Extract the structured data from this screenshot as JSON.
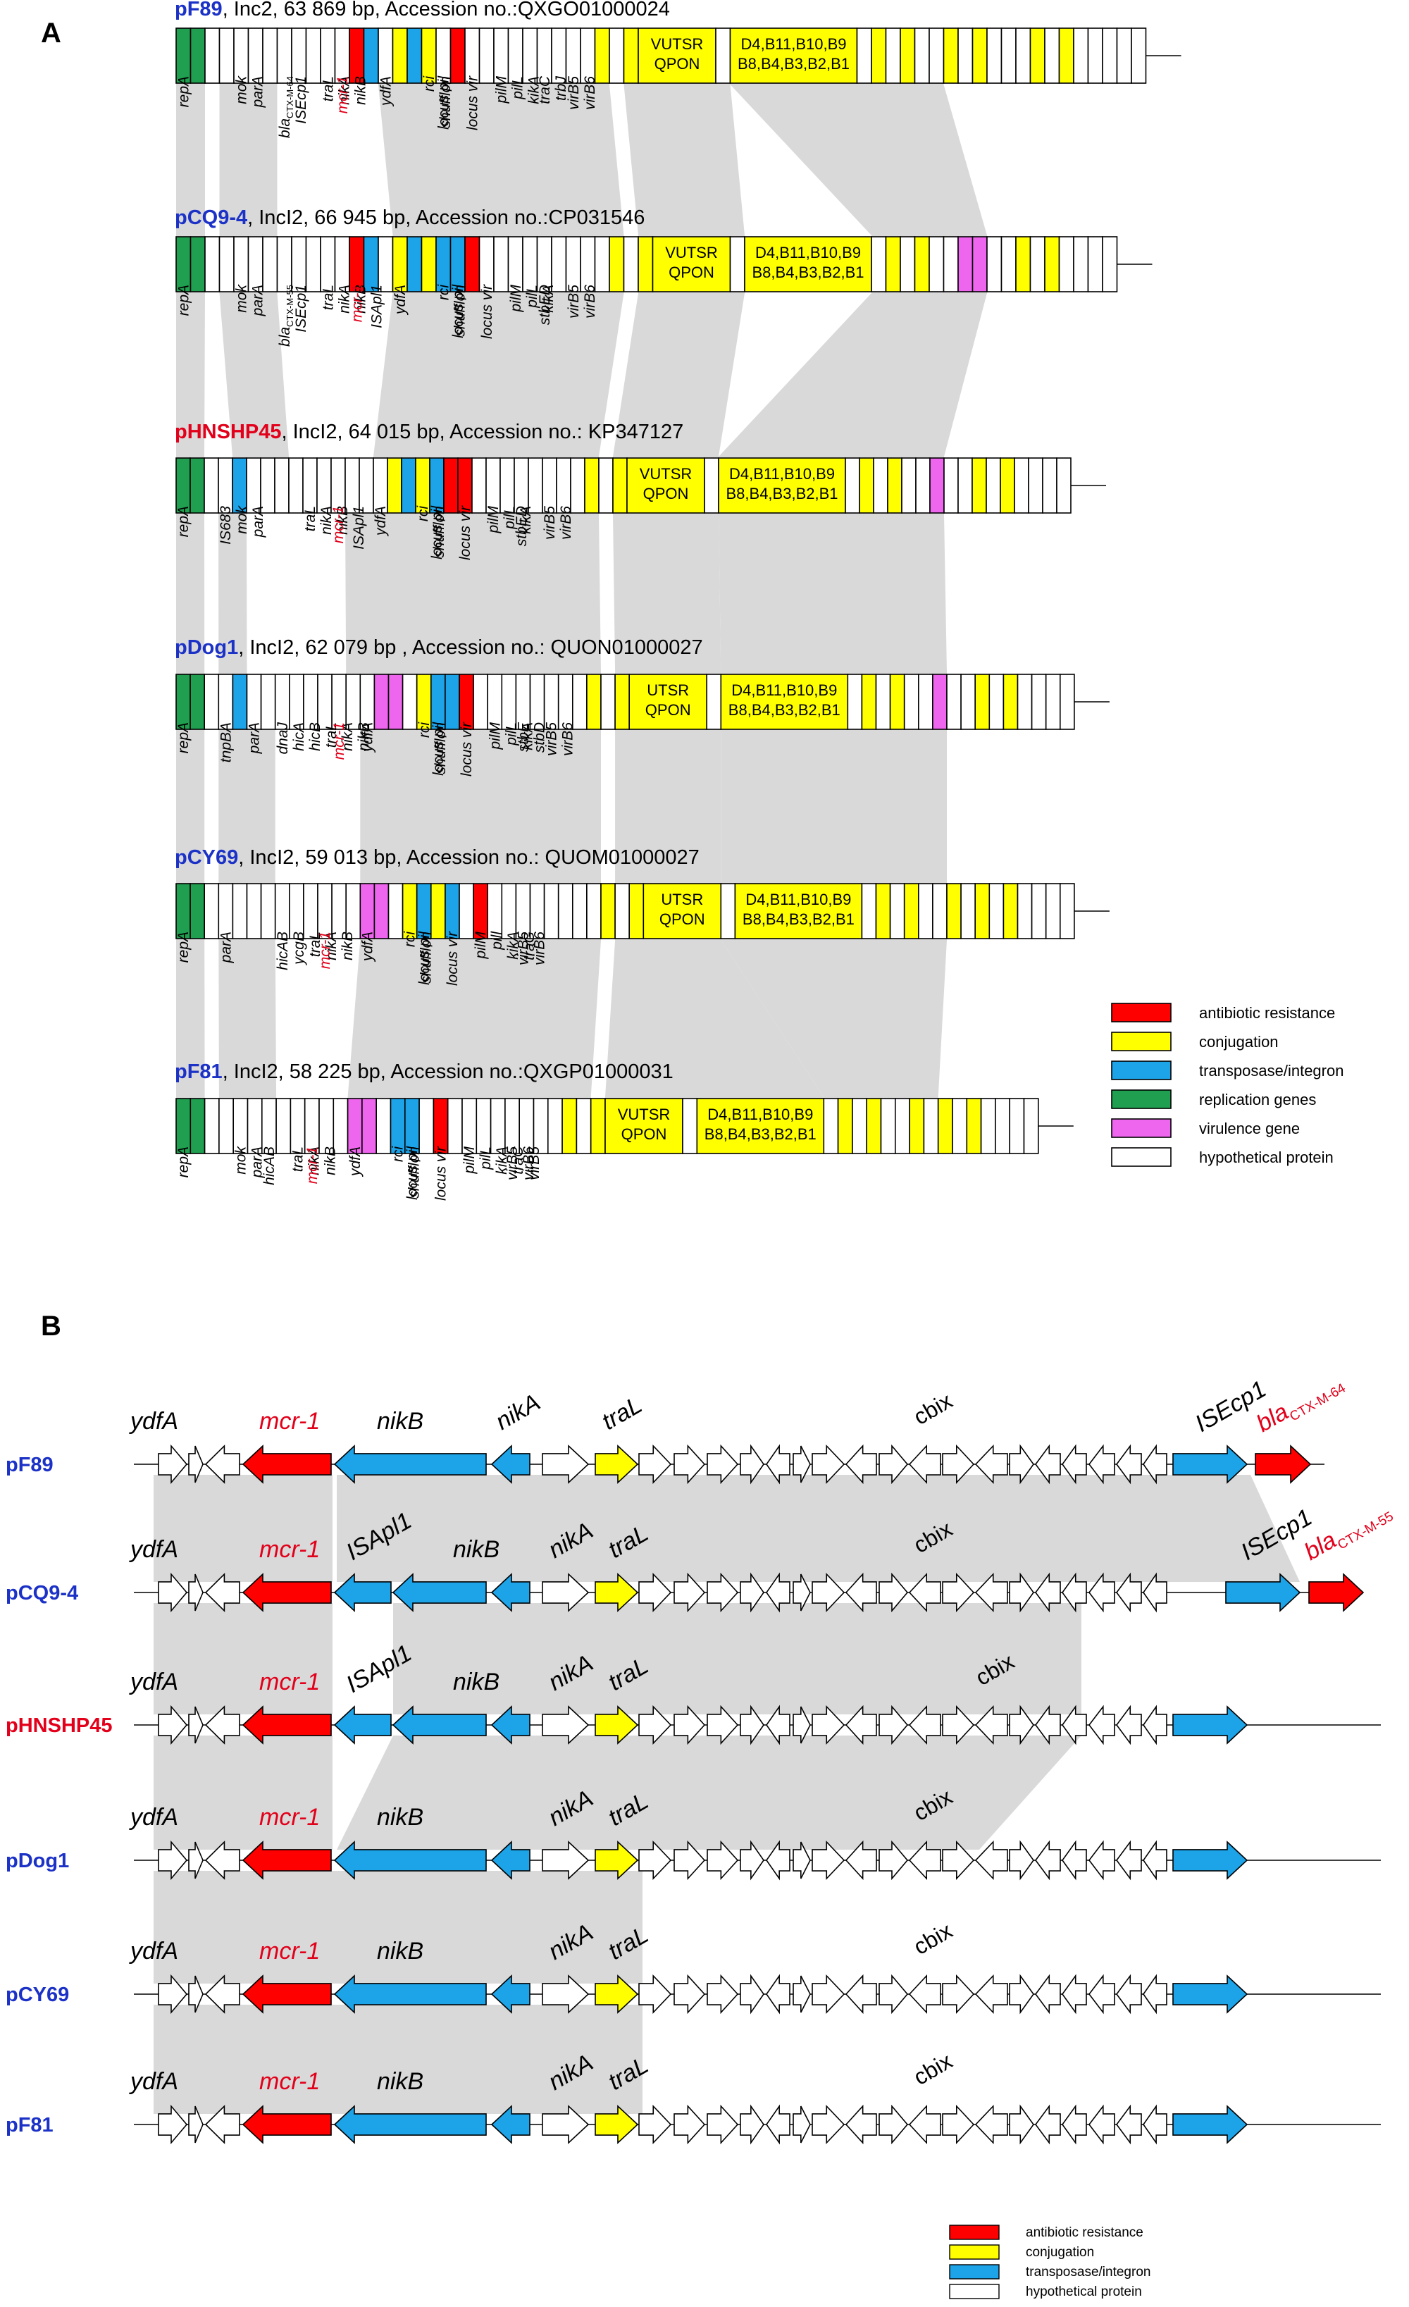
{
  "panels": {
    "a": "A",
    "b": "B"
  },
  "colors": {
    "antibiotic": "#ff0000",
    "conjugation": "#ffff00",
    "transposase": "#1ca3e8",
    "replication": "#1f9f4f",
    "virulence": "#ee66ee",
    "hypothetical": "#ffffff",
    "shade": "#d9d9d9",
    "blue_name": "#1c32c7",
    "red_name": "#e2001a"
  },
  "legend_a": [
    {
      "key": "antibiotic",
      "label": "antibiotic resistance"
    },
    {
      "key": "conjugation",
      "label": "conjugation"
    },
    {
      "key": "transposase",
      "label": "transposase/integron"
    },
    {
      "key": "replication",
      "label": "replication genes"
    },
    {
      "key": "virulence",
      "label": "virulence gene"
    },
    {
      "key": "hypothetical",
      "label": "hypothetical protein"
    }
  ],
  "legend_b": [
    {
      "key": "antibiotic",
      "label": "antibiotic resistance"
    },
    {
      "key": "conjugation",
      "label": "conjugation"
    },
    {
      "key": "transposase",
      "label": "transposase/integron"
    },
    {
      "key": "hypothetical",
      "label": "hypothetical protein"
    }
  ],
  "plasmids_a": [
    {
      "name": "pF89",
      "name_color": "blue",
      "rest": ", Inc2, 63 869 bp, Accession no.:QXGO01000024",
      "boxes": "GG..........RB.YBY.R.........Y.Y<b1>.<b2>.Y.Y..Y.Y...Y.Y.....",
      "b1": [
        "VUTSR",
        "QPON"
      ],
      "b2": [
        "D4,B11,B10,B9",
        "B8,B4,B3,B2,B1"
      ],
      "labels": [
        {
          "a": 0,
          "lines": [
            "repA"
          ]
        },
        {
          "a": 4,
          "lines": [
            "mok",
            "parA"
          ]
        },
        {
          "a": 7,
          "lines": [
            "bla_CTX-M-64",
            "ISEcp1"
          ],
          "upright": true
        },
        {
          "a": 10,
          "lines": [
            "traL",
            "nikA",
            "nikB"
          ]
        },
        {
          "a": 11,
          "lines": [
            "mcr-1"
          ],
          "red": true
        },
        {
          "a": 14,
          "lines": [
            "ydfA"
          ]
        },
        {
          "a": 17,
          "lines": [
            "rci",
            "shufflon"
          ]
        },
        {
          "a": 18,
          "lines": [
            "locus pil"
          ]
        },
        {
          "a": 20,
          "lines": [
            "locus vir"
          ]
        },
        {
          "a": 22,
          "lines": [
            "pilM",
            "pilL",
            "kikA"
          ]
        },
        {
          "a": 25,
          "lines": [
            "traC",
            "trbJ"
          ]
        },
        {
          "a": 27,
          "lines": [
            "virB5",
            "virB6"
          ]
        }
      ]
    },
    {
      "name": "pCQ9-4",
      "name_color": "blue",
      "rest": ", IncI2, 66 945 bp, Accession no.:CP031546",
      "boxes": "GG..........RB.YBYBBR.........Y.Y<b1>.<b2>.Y.Y..PP..Y.Y....",
      "b1": [
        "VUTSR",
        "QPON"
      ],
      "b2": [
        "D4,B11,B10,B9",
        "B8,B4,B3,B2,B1"
      ],
      "labels": [
        {
          "a": 0,
          "lines": [
            "repA"
          ]
        },
        {
          "a": 4,
          "lines": [
            "mok",
            "parA"
          ]
        },
        {
          "a": 7,
          "lines": [
            "bla_CTX-M-55",
            "ISEcp1"
          ],
          "upright": true
        },
        {
          "a": 10,
          "lines": [
            "traL",
            "nikA",
            "nikB",
            "ISApl1"
          ]
        },
        {
          "a": 12,
          "lines": [
            "mcr-1"
          ],
          "red": true
        },
        {
          "a": 15,
          "lines": [
            "ydfA"
          ]
        },
        {
          "a": 18,
          "lines": [
            "rci",
            "shufflon"
          ]
        },
        {
          "a": 19,
          "lines": [
            "locus pil"
          ]
        },
        {
          "a": 21,
          "lines": [
            "locus vir"
          ]
        },
        {
          "a": 23,
          "lines": [
            "pilM",
            "pilL",
            "kikA"
          ]
        },
        {
          "a": 25,
          "lines": [
            "stbED"
          ]
        },
        {
          "a": 27,
          "lines": [
            "virB5",
            "virB6"
          ]
        }
      ]
    },
    {
      "name": "pHNSHP45",
      "name_color": "red",
      "rest": ", IncI2, 64 015 bp, Accession no.: KP347127",
      "boxes": "GG..B..........YBYBRR........Y.Y<b1>.<b2>.Y.Y..P..Y.Y....",
      "b1": [
        "VUTSR",
        "QPON"
      ],
      "b2": [
        "D4,B11,B10,B9",
        "B8,B4,B3,B2,B1"
      ],
      "labels": [
        {
          "a": 0,
          "lines": [
            "repA"
          ]
        },
        {
          "a": 3,
          "lines": [
            "IS683",
            "mok",
            "parA"
          ]
        },
        {
          "a": 9,
          "lines": [
            "traL",
            "nikA",
            "nikB",
            "ISApl1"
          ]
        },
        {
          "a": 11,
          "lines": [
            "mcr-1"
          ],
          "red": true
        },
        {
          "a": 14,
          "lines": [
            "ydfA"
          ]
        },
        {
          "a": 17,
          "lines": [
            "rci",
            "shufflon"
          ]
        },
        {
          "a": 18,
          "lines": [
            "locus pil"
          ]
        },
        {
          "a": 20,
          "lines": [
            "locus vir"
          ]
        },
        {
          "a": 22,
          "lines": [
            "pilM",
            "pilL",
            "kikA"
          ]
        },
        {
          "a": 24,
          "lines": [
            "stbED"
          ]
        },
        {
          "a": 26,
          "lines": [
            "virB5",
            "virB6"
          ]
        }
      ]
    },
    {
      "name": "pDog1",
      "name_color": "blue",
      "rest": ", IncI2, 62 079 bp , Accession no.: QUON01000027",
      "boxes": "GG..B.........PP.YBBR........Y.Y<b1>.<b2>.Y.Y..P..Y.Y....",
      "b1": [
        "UTSR",
        "QPON"
      ],
      "b2": [
        "D4,B11,B10,B9",
        "B8,B4,B3,B2,B1"
      ],
      "labels": [
        {
          "a": 0,
          "lines": [
            "repA"
          ]
        },
        {
          "a": 3,
          "lines": [
            "tnpBA"
          ]
        },
        {
          "a": 5,
          "lines": [
            "parA"
          ]
        },
        {
          "a": 7,
          "lines": [
            "dnaJ",
            "hicA",
            "hicB",
            "traL",
            "nikA",
            "nikB"
          ]
        },
        {
          "a": 11,
          "lines": [
            "mcr-1"
          ],
          "red": true
        },
        {
          "a": 13,
          "lines": [
            "ydfA"
          ]
        },
        {
          "a": 17,
          "lines": [
            "rci",
            "shufflon"
          ]
        },
        {
          "a": 18,
          "lines": [
            "locus pil"
          ]
        },
        {
          "a": 20,
          "lines": [
            "locus vir"
          ]
        },
        {
          "a": 22,
          "lines": [
            "pilM",
            "pilL",
            "kikA"
          ]
        },
        {
          "a": 24,
          "lines": [
            "stbE",
            "stbD"
          ]
        },
        {
          "a": 26,
          "lines": [
            "virB5",
            "virB6"
          ]
        }
      ]
    },
    {
      "name": "pCY69",
      "name_color": "blue",
      "rest": ", IncI2, 59 013 bp, Accession no.: QUOM01000027",
      "boxes": "GG...........PP.YBYB.R........Y.Y<b1>.<b2>.Y.Y..Y.Y.Y....",
      "b1": [
        "UTSR",
        "QPON"
      ],
      "b2": [
        "D4,B11,B10,B9",
        "B8,B4,B3,B2,B1"
      ],
      "labels": [
        {
          "a": 0,
          "lines": [
            "repA"
          ]
        },
        {
          "a": 3,
          "lines": [
            "parA"
          ]
        },
        {
          "a": 7,
          "lines": [
            "hicAB",
            "ycgB",
            "traL",
            "nikA",
            "nikB"
          ]
        },
        {
          "a": 10,
          "lines": [
            "mcr-1"
          ],
          "red": true
        },
        {
          "a": 13,
          "lines": [
            "ydfA"
          ]
        },
        {
          "a": 16,
          "lines": [
            "rci",
            "shufflon"
          ]
        },
        {
          "a": 17,
          "lines": [
            "locus pil"
          ]
        },
        {
          "a": 19,
          "lines": [
            "locus vir"
          ]
        },
        {
          "a": 21,
          "lines": [
            "pilM",
            "pill",
            "kikA",
            "traG"
          ]
        },
        {
          "a": 24,
          "lines": [
            "virB5",
            "virB6"
          ]
        }
      ]
    },
    {
      "name": "pF81",
      "name_color": "blue",
      "rest": ", IncI2, 58 225 bp, Accession no.:QXGP01000031",
      "boxes": "GG..........PP.BB.R........Y.Y<b1>.<b2>.Y.Y..Y.Y.Y....",
      "b1": [
        "VUTSR",
        "QPON"
      ],
      "b2": [
        "D4,B11,B10,B9",
        "B8,B4,B3,B2,B1"
      ],
      "labels": [
        {
          "a": 0,
          "lines": [
            "repA"
          ]
        },
        {
          "a": 4,
          "lines": [
            "mok",
            "parA"
          ]
        },
        {
          "a": 6,
          "lines": [
            "hicAB"
          ]
        },
        {
          "a": 8,
          "lines": [
            "traL",
            "nikA",
            "nikB"
          ]
        },
        {
          "a": 9,
          "lines": [
            "mcr-1"
          ],
          "red": true
        },
        {
          "a": 12,
          "lines": [
            "ydfA"
          ]
        },
        {
          "a": 15,
          "lines": [
            "rci",
            "shufflon"
          ]
        },
        {
          "a": 16,
          "lines": [
            "locus pil"
          ]
        },
        {
          "a": 18,
          "lines": [
            "locus vir"
          ]
        },
        {
          "a": 20,
          "lines": [
            "pilM",
            "pilL",
            "kikA",
            "traC",
            "virB5"
          ]
        },
        {
          "a": 23,
          "lines": [
            "virB5",
            "virB6"
          ]
        }
      ]
    }
  ],
  "plasmids_b": [
    {
      "name": "pF89",
      "name_color": "blue",
      "ext": "pf89",
      "labels": {
        "ydfA": "ydfA",
        "mcr": "mcr-1",
        "nikB": "nikB",
        "nikA": "nikA",
        "traL": "traL",
        "cbix": "cbix",
        "isecp": "ISEcp1",
        "bla": "bla",
        "bla_sub": "CTX-M-64"
      }
    },
    {
      "name": "pCQ9-4",
      "name_color": "blue",
      "ext": "pcq",
      "labels": {
        "ydfA": "ydfA",
        "mcr": "mcr-1",
        "isapl": "ISApl1",
        "nikB": "nikB",
        "nikA": "nikA",
        "traL": "traL",
        "cbix": "cbix",
        "isecp": "ISEcp1",
        "bla": "bla",
        "bla_sub": "CTX-M-55"
      }
    },
    {
      "name": "pHNSHP45",
      "name_color": "red",
      "ext": "phn",
      "labels": {
        "ydfA": "ydfA",
        "mcr": "mcr-1",
        "isapl": "ISApl1",
        "nikB": "nikB",
        "nikA": "nikA",
        "traL": "traL",
        "cbix": "cbix"
      }
    },
    {
      "name": "pDog1",
      "name_color": "blue",
      "ext": "std",
      "labels": {
        "ydfA": "ydfA",
        "mcr": "mcr-1",
        "nikB": "nikB",
        "nikA": "nikA",
        "traL": "traL",
        "cbix": "cbix"
      }
    },
    {
      "name": "pCY69",
      "name_color": "blue",
      "ext": "std",
      "labels": {
        "ydfA": "ydfA",
        "mcr": "mcr-1",
        "nikB": "nikB",
        "nikA": "nikA",
        "traL": "traL",
        "cbix": "cbix"
      }
    },
    {
      "name": "pF81",
      "name_color": "blue",
      "ext": "std",
      "labels": {
        "ydfA": "ydfA",
        "mcr": "mcr-1",
        "nikB": "nikB",
        "nikA": "nikA",
        "traL": "traL",
        "cbix": "cbix"
      }
    }
  ]
}
